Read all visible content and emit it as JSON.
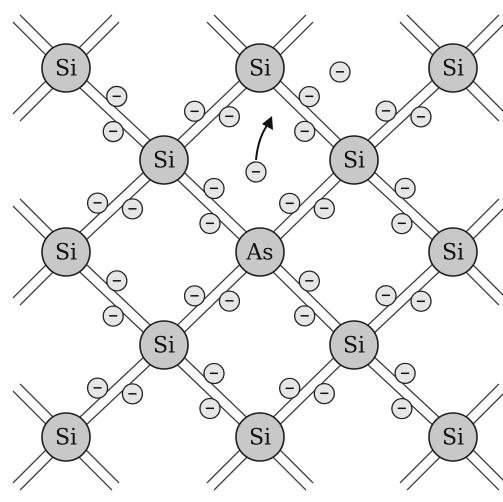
{
  "diagram": {
    "atoms": [
      {
        "label": "Si"
      },
      {
        "label": "Si"
      },
      {
        "label": "Si"
      },
      {
        "label": "Si"
      },
      {
        "label": "Si"
      },
      {
        "label": "Si"
      },
      {
        "label": "As"
      },
      {
        "label": "Si"
      },
      {
        "label": "Si"
      },
      {
        "label": "Si"
      },
      {
        "label": "Si"
      },
      {
        "label": "Si"
      },
      {
        "label": "Si"
      }
    ],
    "electron_symbol": "⊖",
    "electron_count": 32,
    "free_electron_count": 2
  }
}
